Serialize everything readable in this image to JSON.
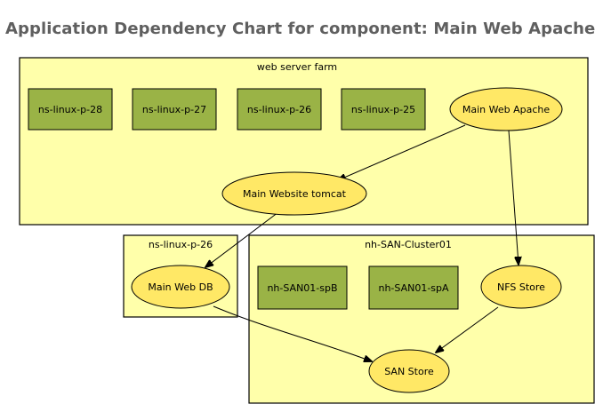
{
  "page": {
    "title": "Application Dependency Chart for component: Main Web Apache"
  },
  "diagram": {
    "colors": {
      "cluster_fill": "#ffffaa",
      "host_fill": "#9ab346",
      "service_fill": "#ffe866",
      "stroke": "#000000"
    },
    "clusters": {
      "web_server_farm": {
        "label": "web server farm"
      },
      "ns_linux_p_26": {
        "label": "ns-linux-p-26"
      },
      "nh_san_cluster01": {
        "label": "nh-SAN-Cluster01"
      }
    },
    "nodes": {
      "ns_linux_p_28": {
        "label": "ns-linux-p-28",
        "shape": "box"
      },
      "ns_linux_p_27": {
        "label": "ns-linux-p-27",
        "shape": "box"
      },
      "ns_linux_p_26_host": {
        "label": "ns-linux-p-26",
        "shape": "box"
      },
      "ns_linux_p_25": {
        "label": "ns-linux-p-25",
        "shape": "box"
      },
      "main_web_apache": {
        "label": "Main Web Apache",
        "shape": "ellipse"
      },
      "main_website_tomcat": {
        "label": "Main Website tomcat",
        "shape": "ellipse"
      },
      "main_web_db": {
        "label": "Main Web DB",
        "shape": "ellipse"
      },
      "nh_san01_spb": {
        "label": "nh-SAN01-spB",
        "shape": "box"
      },
      "nh_san01_spa": {
        "label": "nh-SAN01-spA",
        "shape": "box"
      },
      "nfs_store": {
        "label": "NFS Store",
        "shape": "ellipse"
      },
      "san_store": {
        "label": "SAN Store",
        "shape": "ellipse"
      }
    },
    "edges": [
      {
        "from": "Main Web Apache",
        "to": "Main Website tomcat"
      },
      {
        "from": "Main Web Apache",
        "to": "NFS Store"
      },
      {
        "from": "Main Website tomcat",
        "to": "Main Web DB"
      },
      {
        "from": "Main Web DB",
        "to": "SAN Store"
      },
      {
        "from": "NFS Store",
        "to": "SAN Store"
      }
    ]
  }
}
